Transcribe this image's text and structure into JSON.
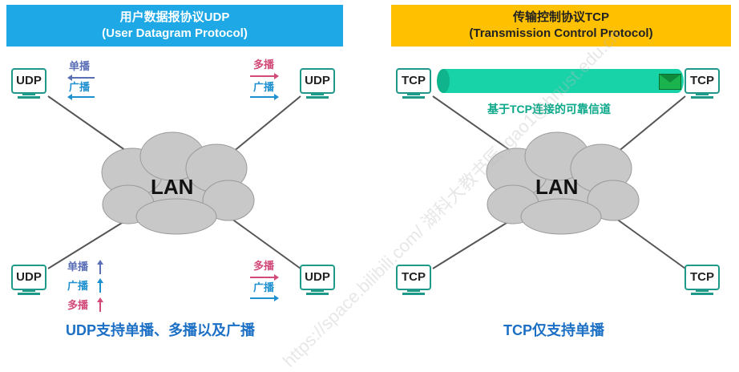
{
  "udp": {
    "title": "用户数据报协议UDP",
    "subtitle": "(User Datagram Protocol)",
    "hosts": [
      "UDP",
      "UDP",
      "UDP",
      "UDP"
    ],
    "lan": "LAN",
    "caption": "UDP支持单播、多播以及广播",
    "labels": {
      "unicast": "单播",
      "broadcast": "广播",
      "multicast": "多播"
    }
  },
  "tcp": {
    "title": "传输控制协议TCP",
    "subtitle": "(Transmission Control Protocol)",
    "hosts": [
      "TCP",
      "TCP",
      "TCP",
      "TCP"
    ],
    "lan": "LAN",
    "channel": "基于TCP连接的可靠信道",
    "caption": "TCP仅支持单播"
  },
  "watermark": "https://space.bilibili.com/ 湖科大教书匠 jgao1@hnust.edu.cn",
  "colors": {
    "udp_banner": "#1ea8e6",
    "tcp_banner": "#ffc000",
    "pc": "#1f9a8a",
    "unicast": "#5a6fb5",
    "broadcast": "#1e90d0",
    "multicast": "#d24a7a",
    "channel": "#18d3a8",
    "caption": "#1b6fc4"
  }
}
